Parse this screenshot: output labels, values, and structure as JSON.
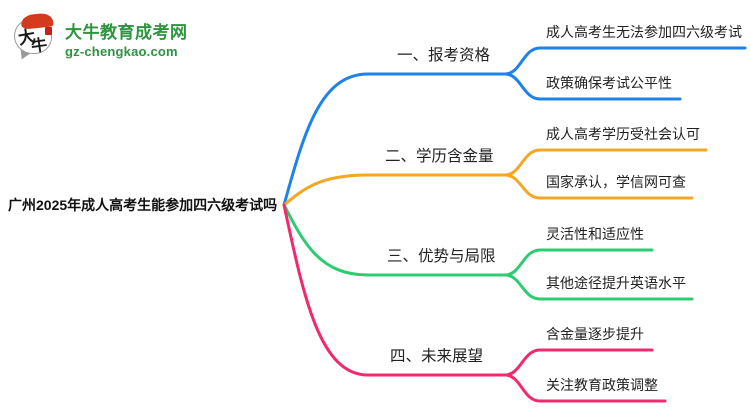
{
  "logo": {
    "icon_char_1": "大",
    "icon_char_2": "牛",
    "site_name": "大牛教育成考网",
    "site_url": "gz-chengkao.com",
    "brand_green": "#2e9440",
    "icon_red": "#d43a1e"
  },
  "mindmap": {
    "root": {
      "label": "广州2025年成人高考生能参加四六级考试吗"
    },
    "branches": [
      {
        "label": "一、报考资格",
        "color": "#1e82e8",
        "children": [
          {
            "label": "成人高考生无法参加四六级考试"
          },
          {
            "label": "政策确保考试公平性"
          }
        ]
      },
      {
        "label": "二、学历含金量",
        "color": "#f5a623",
        "children": [
          {
            "label": "成人高考学历受社会认可"
          },
          {
            "label": "国家承认，学信网可查"
          }
        ]
      },
      {
        "label": "三、优势与局限",
        "color": "#2ecc71",
        "children": [
          {
            "label": "灵活性和适应性"
          },
          {
            "label": "其他途径提升英语水平"
          }
        ]
      },
      {
        "label": "四、未来展望",
        "color": "#f1296d",
        "children": [
          {
            "label": "含金量逐步提升"
          },
          {
            "label": "关注教育政策调整"
          }
        ]
      }
    ]
  }
}
